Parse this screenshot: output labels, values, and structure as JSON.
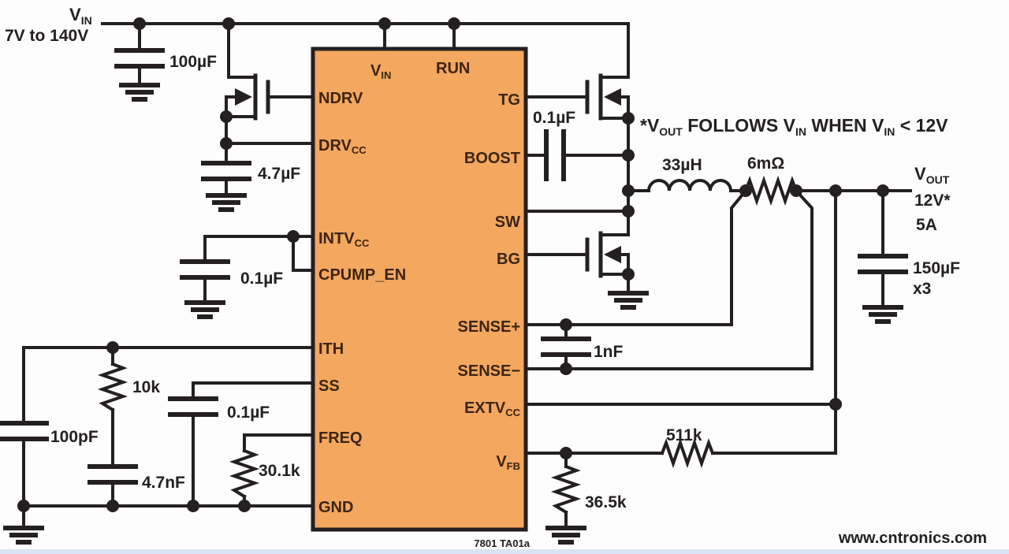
{
  "input": {
    "v": "V",
    "v_sub": "IN",
    "range": "7V to 140V"
  },
  "output": {
    "v": "V",
    "v_sub": "OUT",
    "voltage": "12V*",
    "current": "5A"
  },
  "note": {
    "p1": "*V",
    "s1": "OUT",
    "p2": " FOLLOWS V",
    "s2": "IN",
    "p3": " WHEN V",
    "s3": "IN",
    "p4": " < 12V"
  },
  "ic": {
    "ref": "7801 TA01a",
    "pins": {
      "vin": {
        "main": "V",
        "sub": "IN"
      },
      "run": "RUN",
      "ndrv": "NDRV",
      "drvcc": {
        "main": "DRV",
        "sub": "CC"
      },
      "intvcc": {
        "main": "INTV",
        "sub": "CC"
      },
      "cpump_en": "CPUMP_EN",
      "ith": "ITH",
      "ss": "SS",
      "freq": "FREQ",
      "gnd": "GND",
      "tg": "TG",
      "boost": "BOOST",
      "sw": "SW",
      "bg": "BG",
      "sense_p": "SENSE+",
      "sense_n": "SENSE−",
      "extvcc": {
        "main": "EXTV",
        "sub": "CC"
      },
      "vfb": {
        "main": "V",
        "sub": "FB"
      }
    }
  },
  "components": {
    "cin": "100µF",
    "cdrv": "4.7µF",
    "cint": "0.1µF",
    "cboost": "0.1µF",
    "csense": "1nF",
    "l1": "33µH",
    "rsense": "6mΩ",
    "cout": "150µF",
    "cout_qty": "x3",
    "rith": "10k",
    "cith_hf": "100pF",
    "cith": "4.7nF",
    "css": "0.1µF",
    "rfreq": "30.1k",
    "rfb_top": "511k",
    "rfb_bot": "36.5k"
  },
  "watermark": "www.cntronics.com",
  "colors": {
    "ic_fill": "#f3a75f",
    "ic_border": "#242021",
    "wire": "#242021",
    "watermark_green": "#c9e3bf",
    "bottom_strip": "#d9e5f2"
  }
}
